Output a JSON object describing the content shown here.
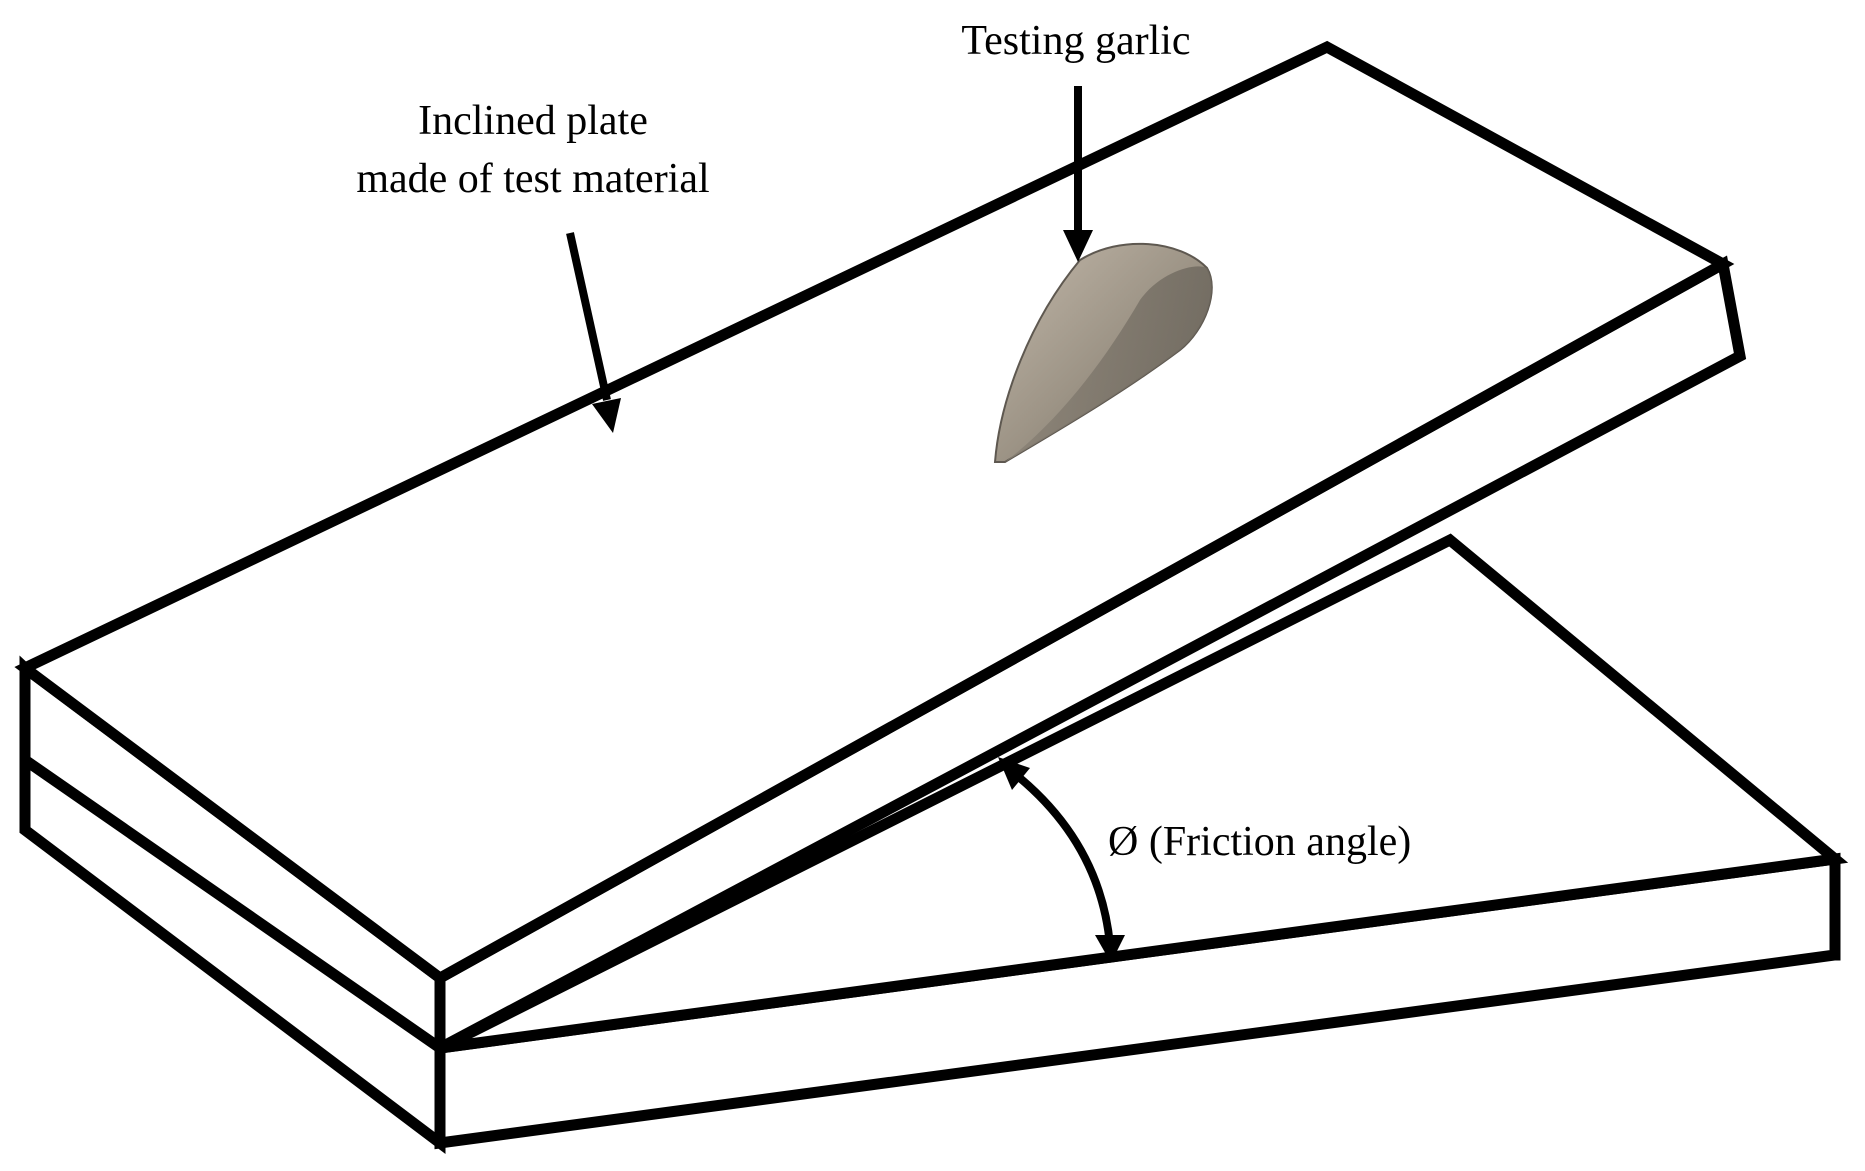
{
  "labels": {
    "plate_line1": "Inclined plate",
    "plate_line2": "made of test material",
    "garlic": "Testing garlic",
    "angle": "Ø (Friction angle)"
  },
  "colors": {
    "stroke": "#000000",
    "background": "#ffffff",
    "garlic_light": "#c2b8aa",
    "garlic_mid": "#9d9486",
    "garlic_dark": "#6f695f"
  },
  "icons": {
    "garlic": "garlic-clove-icon"
  }
}
